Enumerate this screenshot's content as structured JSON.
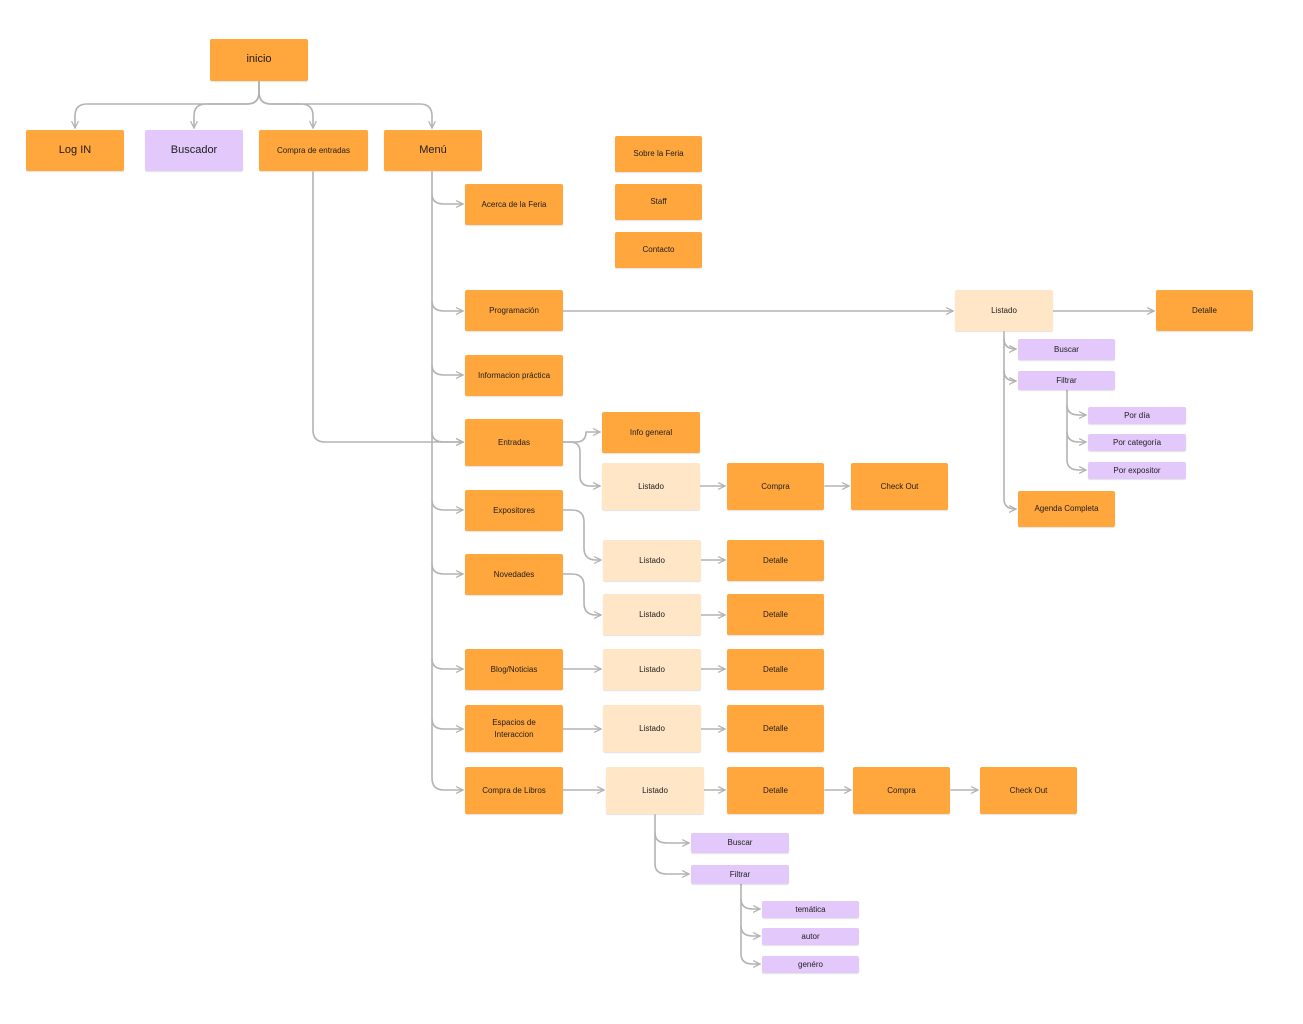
{
  "colors": {
    "primary": "#ffa63d",
    "light": "#ffe6c6",
    "purple": "#e3c9fb",
    "connector": "#b3b3b3",
    "text": "#1d1d1d"
  },
  "nodes": {
    "inicio": "inicio",
    "log_in": "Log IN",
    "buscador": "Buscador",
    "compra_entradas": "Compra de entradas",
    "menu": "Menú",
    "acerca": "Acerca de la Feria",
    "sobre": "Sobre la Feria",
    "staff": "Staff",
    "contacto": "Contacto",
    "programacion": "Programación",
    "prog_listado": "Listado",
    "prog_detalle": "Detalle",
    "prog_buscar": "Buscar",
    "prog_filtrar": "Filtrar",
    "por_dia": "Por día",
    "por_categoria": "Por categoría",
    "por_expositor": "Por expositor",
    "agenda": "Agenda Completa",
    "info_practica": "Informacion práctica",
    "entradas": "Entradas",
    "info_general": "Info general",
    "ent_listado": "Listado",
    "ent_compra": "Compra",
    "ent_checkout": "Check Out",
    "expositores": "Expositores",
    "exp_listado": "Listado",
    "exp_detalle": "Detalle",
    "novedades": "Novedades",
    "nov_listado": "Listado",
    "nov_detalle": "Detalle",
    "blog": "Blog/Noticias",
    "blog_listado": "Listado",
    "blog_detalle": "Detalle",
    "espacios": "Espacios de\nInteraccion",
    "esp_listado": "Listado",
    "esp_detalle": "Detalle",
    "libros": "Compra de Libros",
    "lib_listado": "Listado",
    "lib_detalle": "Detalle",
    "lib_compra": "Compra",
    "lib_checkout": "Check Out",
    "lib_buscar": "Buscar",
    "lib_filtrar": "Filtrar",
    "tematica": "temática",
    "autor": "autor",
    "genero": "genéro"
  }
}
